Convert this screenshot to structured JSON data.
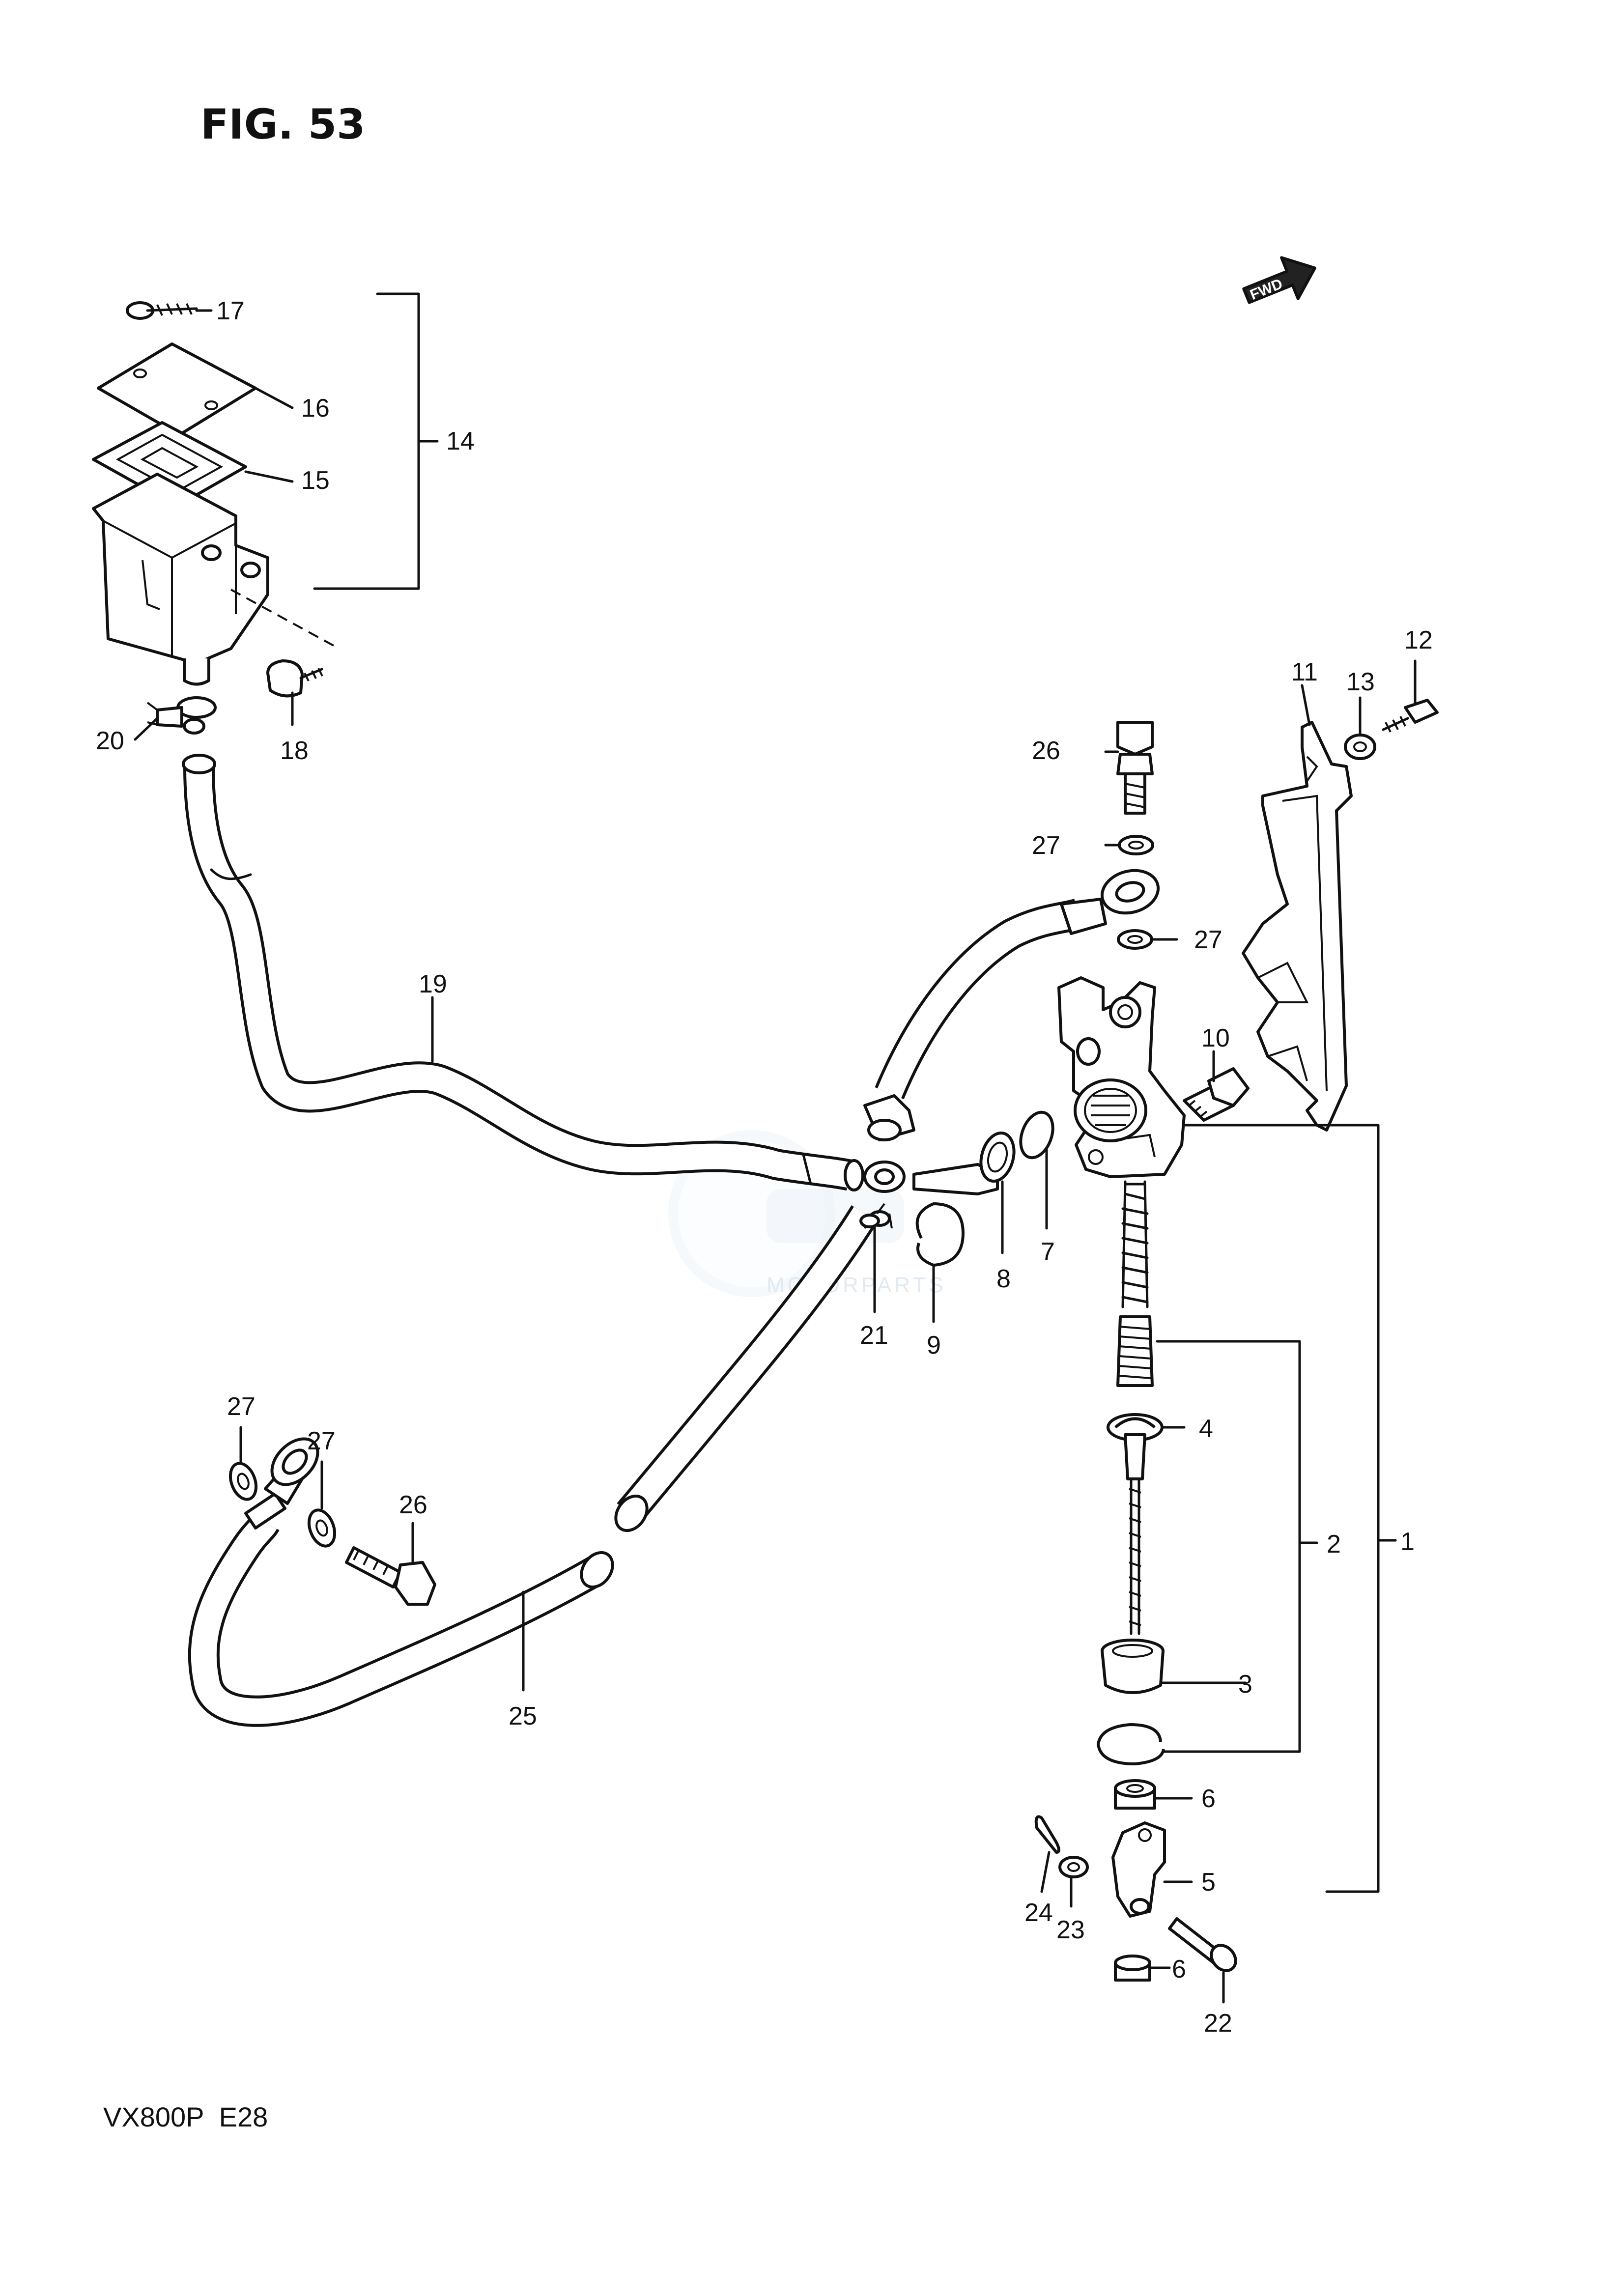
{
  "figure": {
    "title": "FIG. 53",
    "footer": "VX800P  E28",
    "fwd_label": "FWD",
    "watermark_text": "MOTORPARTS"
  },
  "callouts": {
    "c1": "1",
    "c2": "2",
    "c3": "3",
    "c4": "4",
    "c5": "5",
    "c6a": "6",
    "c6b": "6",
    "c7": "7",
    "c8": "8",
    "c9": "9",
    "c10": "10",
    "c11": "11",
    "c12": "12",
    "c13": "13",
    "c14": "14",
    "c15": "15",
    "c16": "16",
    "c17": "17",
    "c18": "18",
    "c19": "19",
    "c20": "20",
    "c21": "21",
    "c22": "22",
    "c23": "23",
    "c24": "24",
    "c25": "25",
    "c26a": "26",
    "c26b": "26",
    "c27a": "27",
    "c27b": "27",
    "c27c": "27",
    "c27d": "27"
  }
}
